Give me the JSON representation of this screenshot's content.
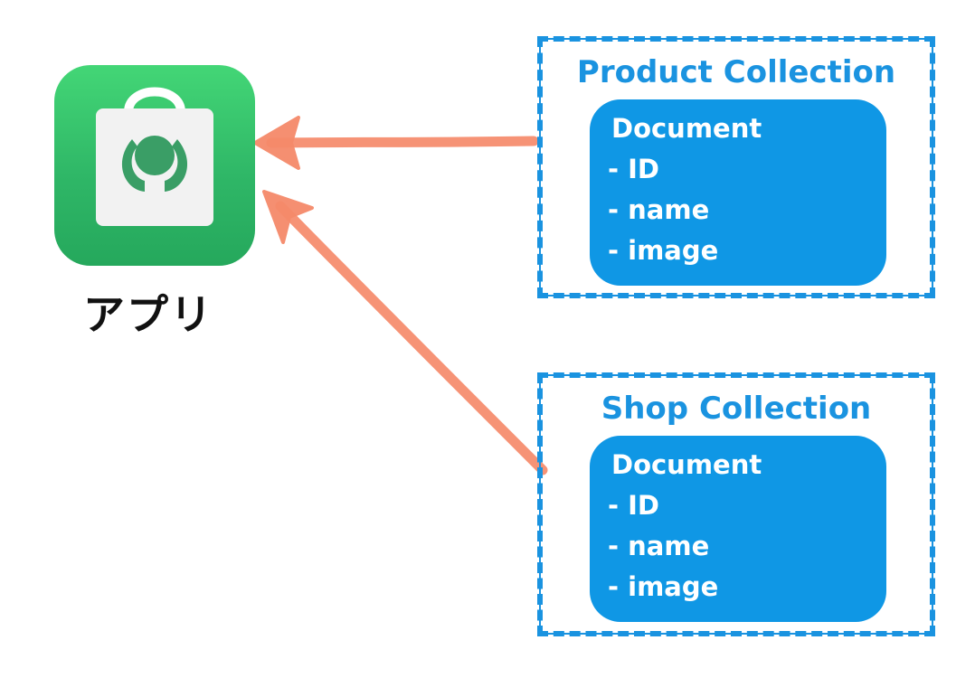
{
  "app": {
    "label": "アプリ",
    "icon": "shopping-bag-app-icon",
    "icon_color": "#34c46c"
  },
  "collections": [
    {
      "title": "Product Collection",
      "document": {
        "heading": "Document",
        "fields": [
          "- ID",
          "- name",
          "- image"
        ]
      }
    },
    {
      "title": "Shop Collection",
      "document": {
        "heading": "Document",
        "fields": [
          "- ID",
          "- name",
          "- image"
        ]
      }
    }
  ],
  "colors": {
    "collection_border": "#1a93e0",
    "document_fill": "#0f97e5",
    "arrow": "#f58a6a"
  }
}
